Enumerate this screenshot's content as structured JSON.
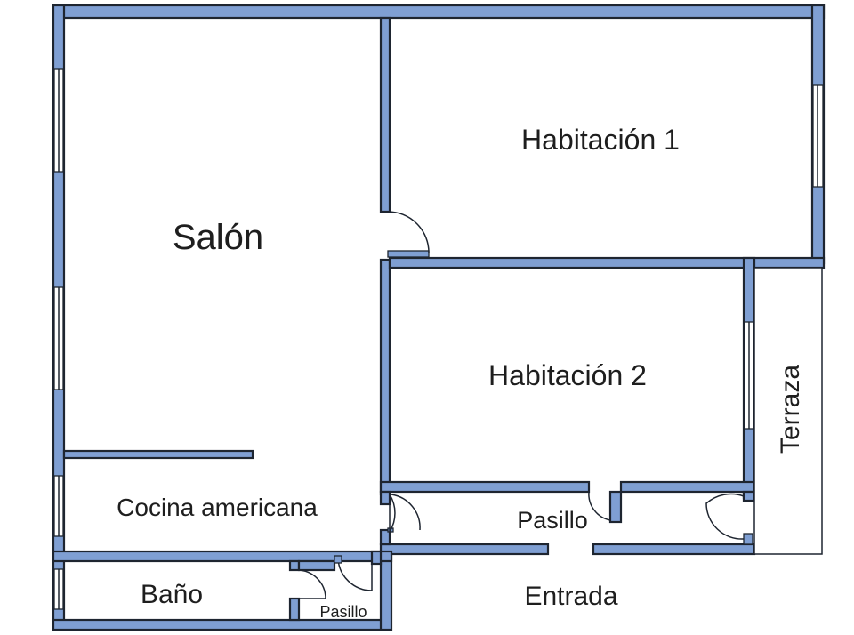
{
  "rooms": {
    "salon": "Salón",
    "habitacion_1": "Habitación 1",
    "habitacion_2": "Habitación 2",
    "cocina": "Cocina americana",
    "bano": "Baño",
    "pasillo_bano": "Pasillo",
    "pasillo": "Pasillo",
    "entrada": "Entrada",
    "terraza": "Terraza"
  },
  "colors": {
    "wall_fill": "#7f9fd3",
    "wall_outline": "#1e2530",
    "background": "#ffffff"
  }
}
